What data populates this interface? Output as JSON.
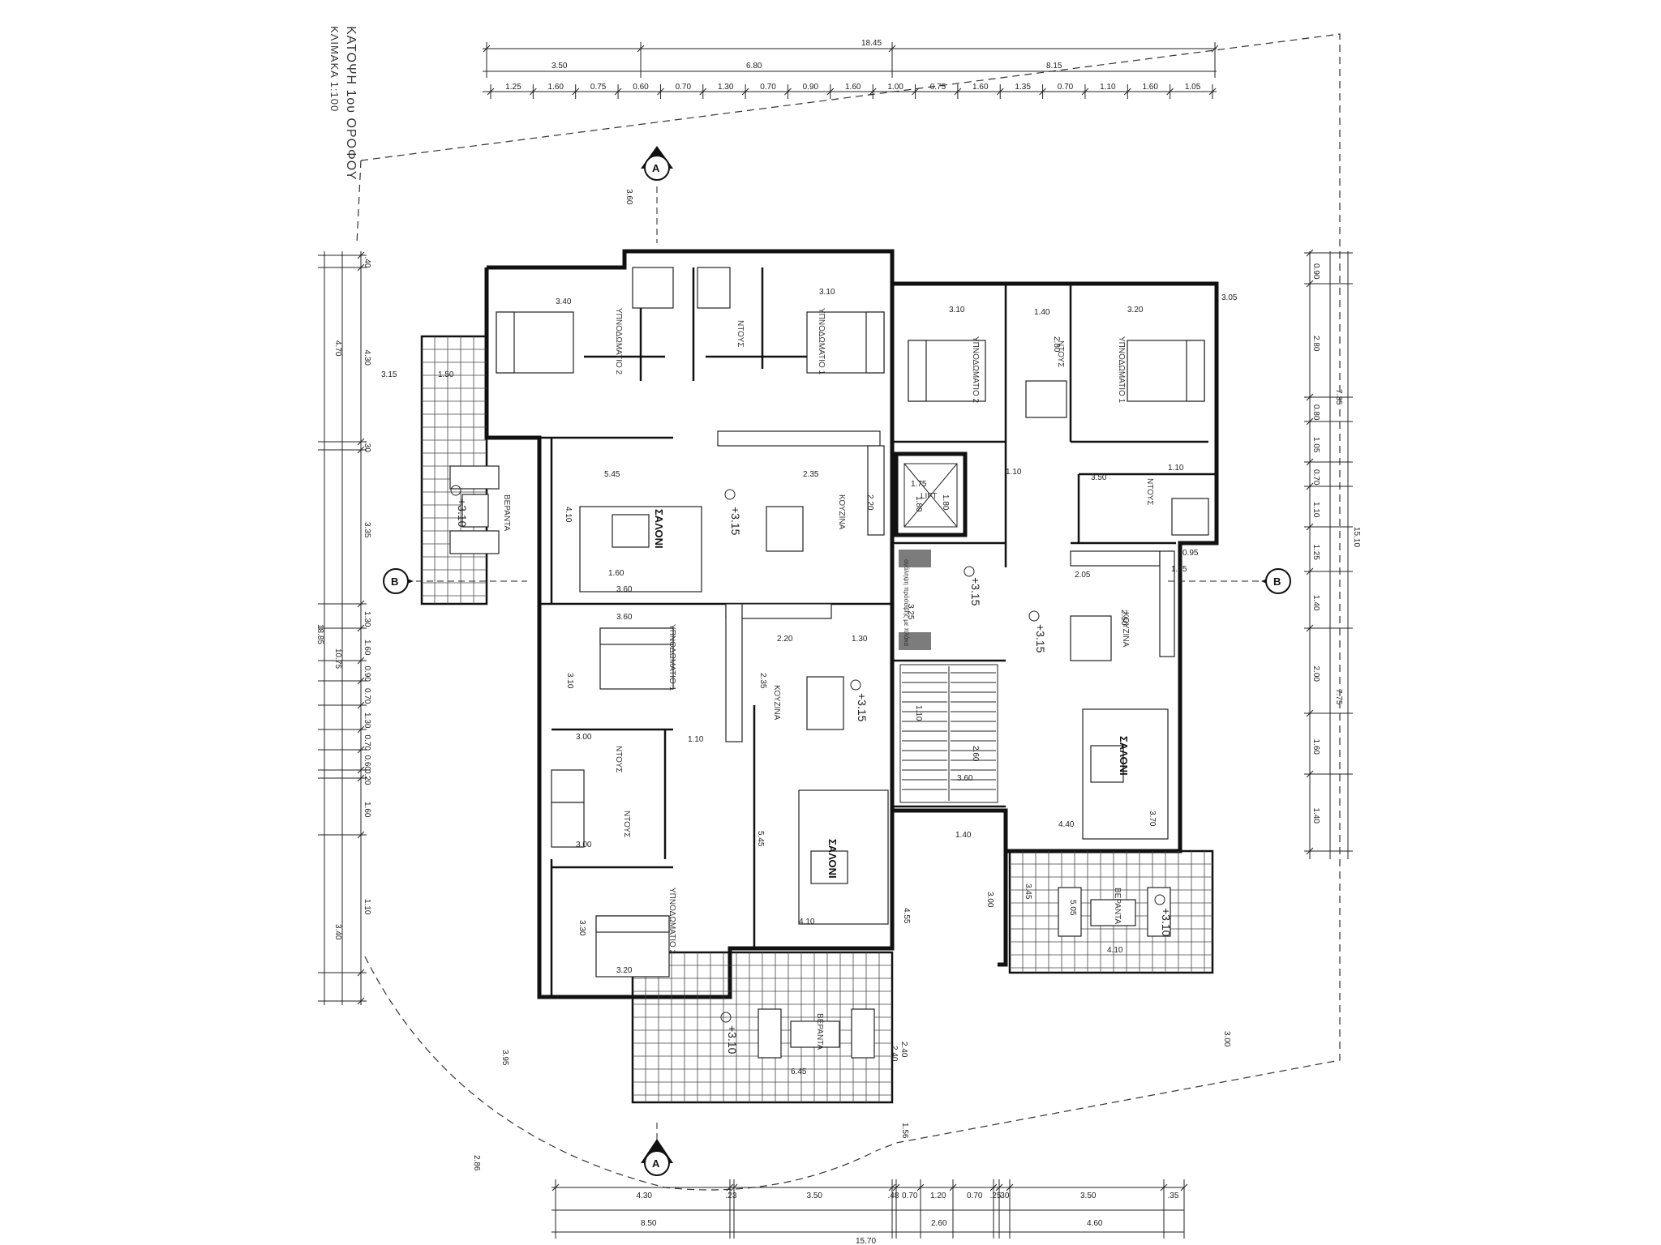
{
  "title": {
    "line1": "ΚΑΤΟΨΗ 1ου ΟΡΟΦΟΥ",
    "line2": "ΚΛΙΜΑΚΑ 1:100"
  },
  "section_markers": {
    "a": "A",
    "b": "B"
  },
  "rooms": {
    "bedroom1": "ΥΠΝΟΔΩΜΑΤΙΟ 1",
    "bedroom2": "ΥΠΝΟΔΩΜΑΤΙΟ 2",
    "shower": "ΝΤΟΥΣ",
    "kitchen": "ΚΟΥΖΙΝΑ",
    "living": "ΣΑΛΟΝΙ",
    "veranda": "ΒΕΡΑΝΤΑ",
    "lift": "LIFT",
    "note": "ανάληψη πρόσοψης με πλάκα"
  },
  "levels": {
    "l315": "+3.15",
    "l310": "+3.10"
  },
  "dimensions": {
    "top_total": "18.45",
    "top_sub": [
      "3.50",
      "6.80",
      "8.15"
    ],
    "top_detail": [
      "1.25",
      "1.60",
      "0.75",
      "0.60",
      "0.70",
      "1.30",
      "0.70",
      "0.90",
      "1.60",
      "1.00",
      "0.75",
      "1.60",
      "1.35",
      "0.70",
      "1.10",
      "1.60",
      "1.05"
    ],
    "bottom_total": "15.70",
    "bottom_sub": [
      "8.50",
      "2.60",
      "4.60"
    ],
    "bottom_detail": [
      "4.30",
      ".23",
      "3.50",
      ".48",
      "0.70",
      "1.20",
      "0.70",
      ".25",
      ".30",
      "3.50",
      ".35"
    ],
    "left_total": "18.85",
    "left_sub": [
      "4.70",
      "10.75",
      "3.40"
    ],
    "left_detail": [
      ".40",
      "4.30",
      ".30",
      "3.35",
      "1.30",
      "1.60",
      "0.90",
      "0.70",
      "1.30",
      "0.70",
      "0.60",
      "0.20",
      "1.60",
      "1.10"
    ],
    "right_total": "15.10",
    "right_sub": [
      "7.35",
      "7.75"
    ],
    "right_detail": [
      "0.90",
      "2.80",
      "0.80",
      "1.05",
      "0.70",
      "1.10",
      "1.25",
      "1.40",
      "2.00",
      "1.60",
      "1.40"
    ],
    "inner": [
      "3.40",
      "3.10",
      "3.10",
      "3.20",
      "3.60",
      "1.40",
      "1.80",
      "5.45",
      "2.35",
      "4.10",
      "2.20",
      "1.75",
      "1.80",
      "3.50",
      "2.05",
      "2.50",
      "3.60",
      "3.10",
      "2.20",
      "1.30",
      "2.35",
      "3.00",
      "1.10",
      "3.00",
      "5.45",
      "3.30",
      "3.20",
      "4.10",
      "6.45",
      "2.40",
      "3.70",
      "4.40",
      "4.10",
      "5.05",
      "3.00",
      "3.60",
      "3.15",
      "1.50",
      "1.60",
      "3.60",
      "2.60",
      "1.10",
      "3.25",
      "4.55",
      "2.40",
      "1.56",
      "3.00",
      "3.95",
      "2.86",
      "3.45",
      "1.10",
      "0.95",
      "1.25",
      "3.05",
      "1.10",
      "2.80",
      "1.40"
    ]
  }
}
